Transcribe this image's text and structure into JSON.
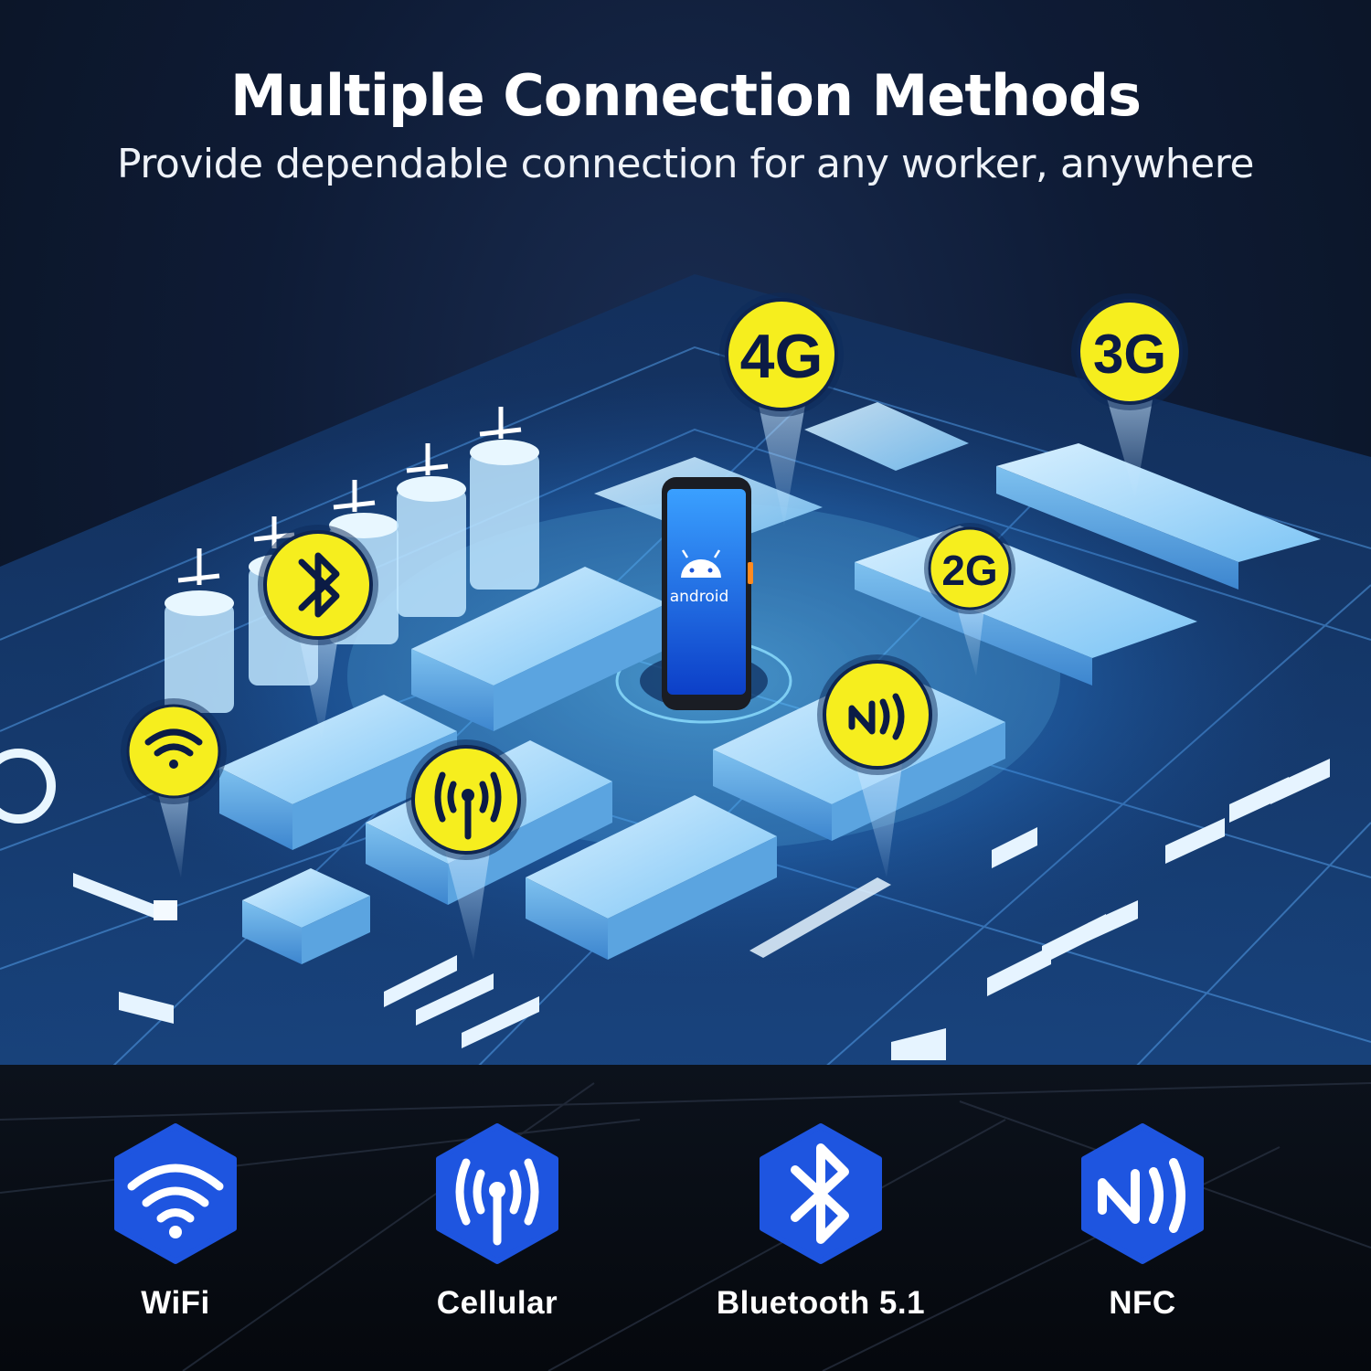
{
  "header": {
    "title": "Multiple Connection Methods",
    "subtitle": "Provide dependable connection for any worker, anywhere"
  },
  "pins": {
    "g4": "4G",
    "g3": "3G",
    "g2": "2G",
    "bluetooth_icon": "bluetooth-icon",
    "wifi_icon": "wifi-icon",
    "cellular_icon": "cellular-antenna-icon",
    "nfc_icon": "nfc-icon"
  },
  "device": {
    "os_label": "android"
  },
  "features": [
    {
      "label": "WiFi",
      "icon": "wifi-icon"
    },
    {
      "label": "Cellular",
      "icon": "cellular-antenna-icon"
    },
    {
      "label": "Bluetooth 5.1",
      "icon": "bluetooth-icon"
    },
    {
      "label": "NFC",
      "icon": "nfc-icon"
    }
  ],
  "colors": {
    "pin_yellow": "#f6ee1e",
    "hex_blue": "#1e55e0",
    "glow_blue": "#4fb3ff",
    "background": "#0b1426"
  }
}
